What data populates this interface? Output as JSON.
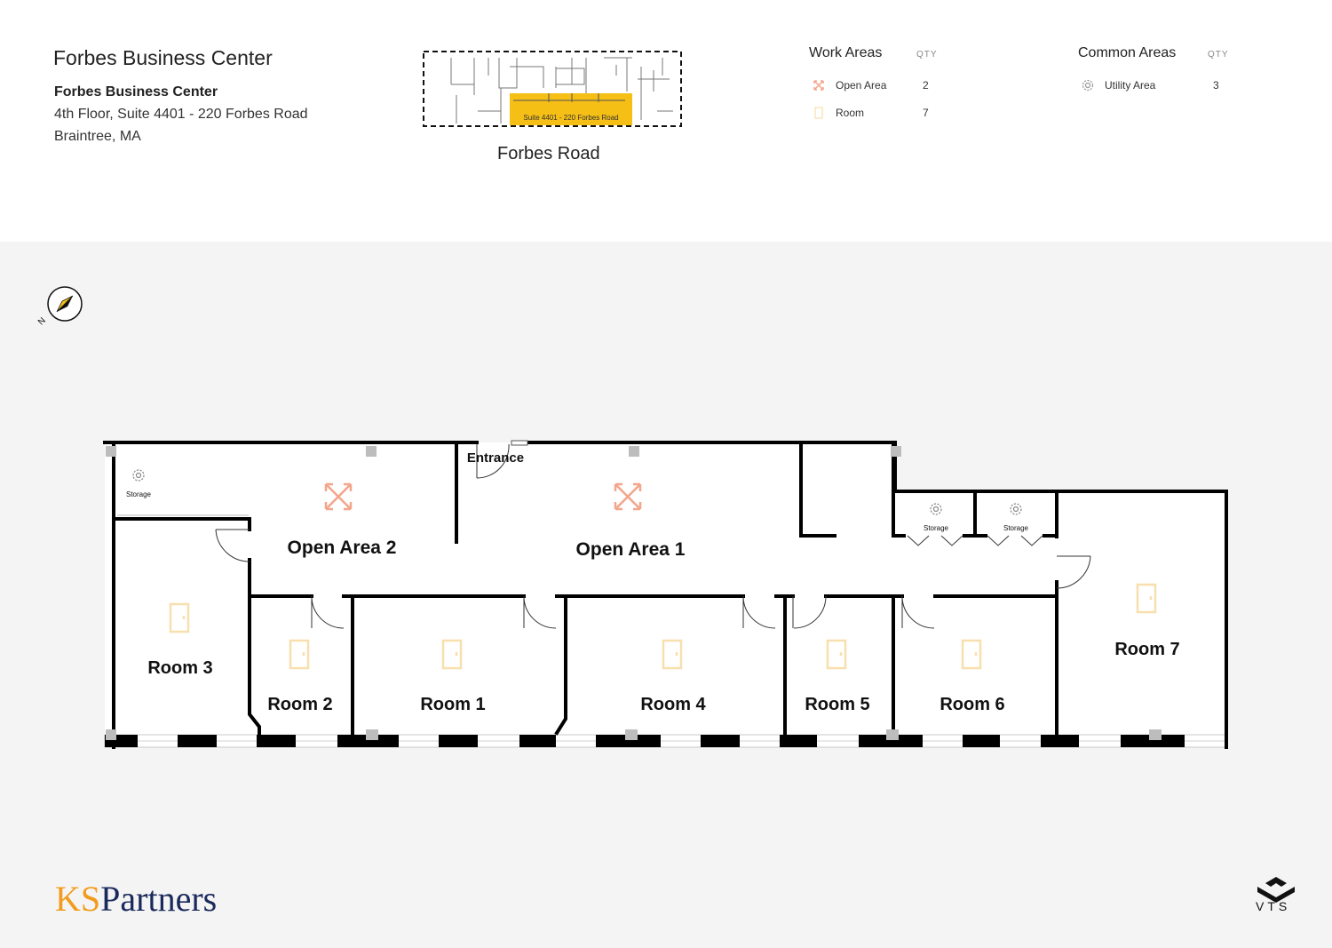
{
  "header": {
    "title": "Forbes Business Center",
    "building": "Forbes Business Center",
    "address_line1": "4th Floor, Suite 4401 - 220 Forbes Road",
    "address_line2": "Braintree, MA"
  },
  "keymap": {
    "suite_label": "Suite 4401 - 220 Forbes Road",
    "road_label": "Forbes Road",
    "highlight_color": "#f5bf16"
  },
  "legend": {
    "work_areas": {
      "heading": "Work Areas",
      "qty_label": "QTY",
      "items": [
        {
          "label": "Open Area",
          "qty": "2",
          "icon": "open-area-icon",
          "color": "#f4a58a"
        },
        {
          "label": "Room",
          "qty": "7",
          "icon": "room-icon",
          "color": "#f8dfae"
        }
      ]
    },
    "common_areas": {
      "heading": "Common Areas",
      "qty_label": "QTY",
      "items": [
        {
          "label": "Utility Area",
          "qty": "3",
          "icon": "gear-icon",
          "color": "#999999"
        }
      ]
    }
  },
  "floorplan": {
    "entrance": "Entrance",
    "open_areas": [
      "Open Area 2",
      "Open Area 1"
    ],
    "rooms": [
      "Room 3",
      "Room 2",
      "Room 1",
      "Room 4",
      "Room 5",
      "Room 6",
      "Room 7"
    ],
    "storage_label": "Storage",
    "compass_letter": "N"
  },
  "brand": {
    "ks": "KS",
    "partners": "Partners",
    "vts": "VTS",
    "ks_color": "#f29c1f",
    "partners_color": "#1b2a5c"
  }
}
